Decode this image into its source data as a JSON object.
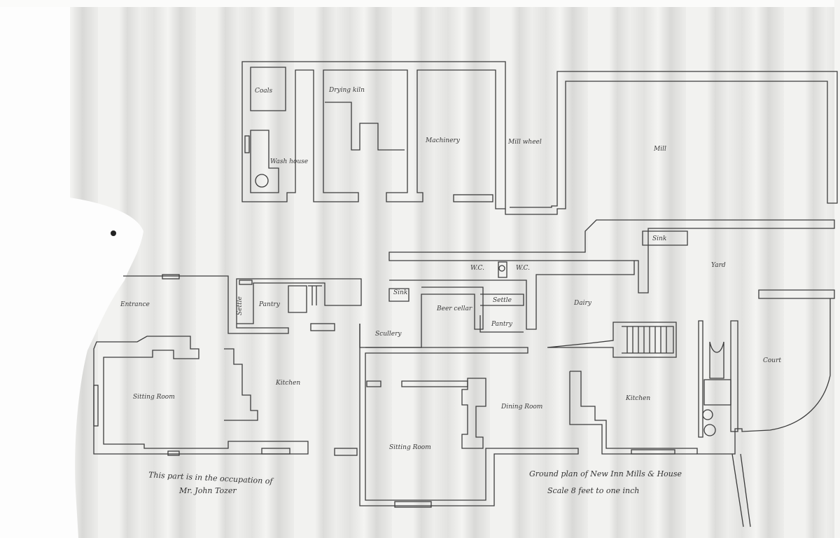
{
  "rooms": {
    "coals": "Coals",
    "drying_kiln": "Drying kiln",
    "wash_house": "Wash house",
    "machinery": "Machinery",
    "mill_wheel": "Mill wheel",
    "mill": "Mill",
    "sink_yard": "Sink",
    "yard": "Yard",
    "entrance": "Entrance",
    "settle": "Settle",
    "pantry_1": "Pantry",
    "wc_1": "W.C.",
    "wc_2": "W.C.",
    "sink_back": "Sink",
    "beer_cellar": "Beer cellar",
    "settle_2": "Settle",
    "pantry_2": "Pantry",
    "dairy": "Dairy",
    "scullery": "Scullery",
    "sitting_room_1": "Sitting Room",
    "kitchen_1": "Kitchen",
    "dining_room": "Dining Room",
    "kitchen_2": "Kitchen",
    "court": "Court",
    "sitting_room_2": "Sitting Room"
  },
  "notes": {
    "occupation_1": "This part is in the occupation of",
    "occupation_2": "Mr. John Tozer",
    "title": "Ground plan of New Inn Mills & House",
    "scale": "Scale 8 feet to one inch"
  }
}
